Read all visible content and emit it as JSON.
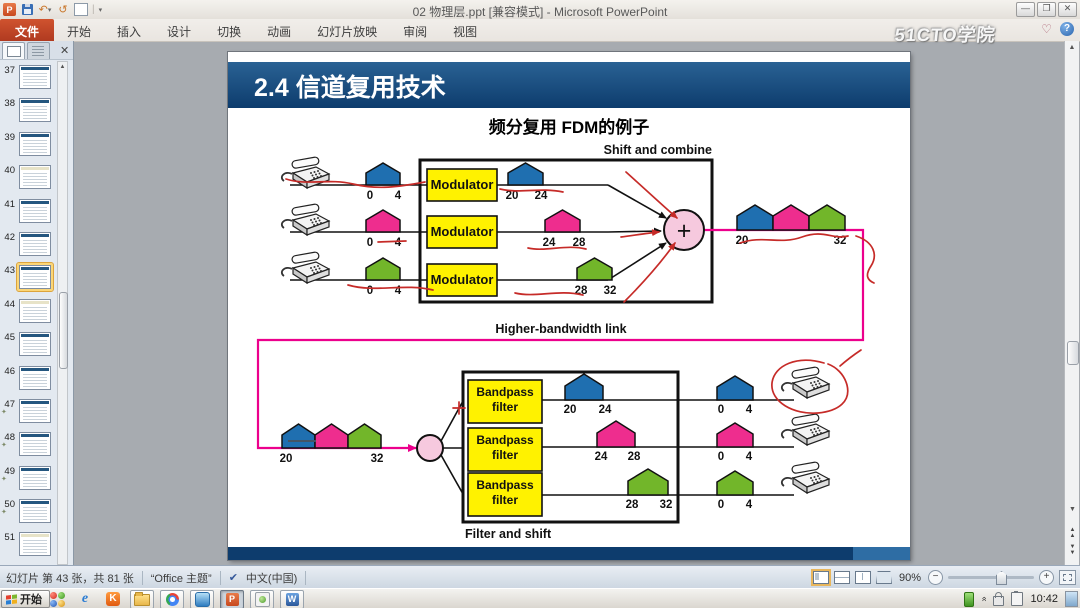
{
  "titlebar": {
    "title": "02 物理层.ppt [兼容模式] - Microsoft PowerPoint"
  },
  "ribbon": {
    "tabs": [
      "文件",
      "开始",
      "插入",
      "设计",
      "切换",
      "动画",
      "幻灯片放映",
      "审阅",
      "视图"
    ]
  },
  "watermark": {
    "text": "51CTO学院"
  },
  "sidebar": {
    "slides": [
      {
        "num": "37",
        "star": ""
      },
      {
        "num": "38",
        "star": ""
      },
      {
        "num": "39",
        "star": ""
      },
      {
        "num": "40",
        "star": ""
      },
      {
        "num": "41",
        "star": ""
      },
      {
        "num": "42",
        "star": ""
      },
      {
        "num": "43",
        "star": ""
      },
      {
        "num": "44",
        "star": ""
      },
      {
        "num": "45",
        "star": ""
      },
      {
        "num": "46",
        "star": ""
      },
      {
        "num": "47",
        "star": "✦"
      },
      {
        "num": "48",
        "star": "✦"
      },
      {
        "num": "49",
        "star": "✦"
      },
      {
        "num": "50",
        "star": "✦"
      },
      {
        "num": "51",
        "star": ""
      }
    ],
    "selected": "43"
  },
  "slide": {
    "title": "2.4 信道复用技术",
    "subtitle": "频分复用 FDM的例子"
  },
  "diagram": {
    "box_top_label": "Shift and combine",
    "link_label": "Higher-bandwidth link",
    "box_bottom_label": "Filter and shift",
    "modulator_label": "Modulator",
    "bandpass_line1": "Bandpass",
    "bandpass_line2": "filter",
    "plus": "+",
    "baseband": {
      "lo": "0",
      "hi": "4"
    },
    "bands": [
      {
        "lo": "20",
        "hi": "24"
      },
      {
        "lo": "24",
        "hi": "28"
      },
      {
        "lo": "28",
        "hi": "32"
      }
    ],
    "mux": {
      "lo": "20",
      "hi": "32"
    }
  },
  "colors": {
    "blue": "#1f6fb0",
    "pink": "#ee2d8e",
    "green": "#72b62a",
    "yellow": "#fff200",
    "magenta": "#ec008c",
    "combiner_pink": "#f6c9de",
    "annotation": "#c62b28",
    "header_blue": "#0d3c6d",
    "footer_light": "#2e6da4"
  },
  "statusbar": {
    "slide_info": "幻灯片 第 43 张，共 81 张",
    "theme": "“Office 主题”",
    "language": "中文(中国)",
    "zoom_level": "90%"
  },
  "taskbar": {
    "start_label": "开始",
    "time": "10:42"
  }
}
